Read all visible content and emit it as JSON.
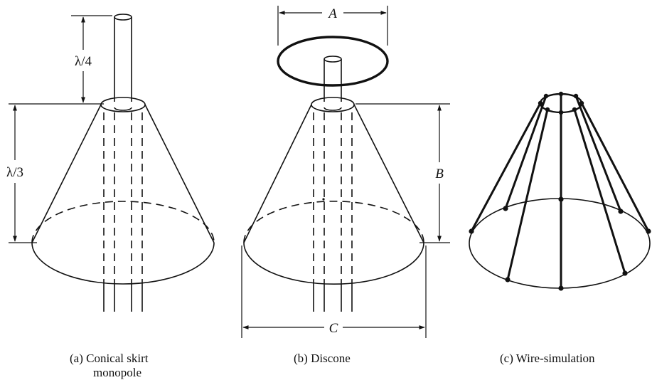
{
  "panel_a": {
    "dim_top_label": "λ/4",
    "dim_side_label": "λ/3",
    "caption_line1": "(a)  Conical skirt",
    "caption_line2": "monopole"
  },
  "panel_b": {
    "dim_top_label": "A",
    "dim_side_label": "B",
    "dim_bottom_label": "C",
    "caption": "(b)  Discone"
  },
  "panel_c": {
    "caption": "(c)  Wire-simulation"
  }
}
